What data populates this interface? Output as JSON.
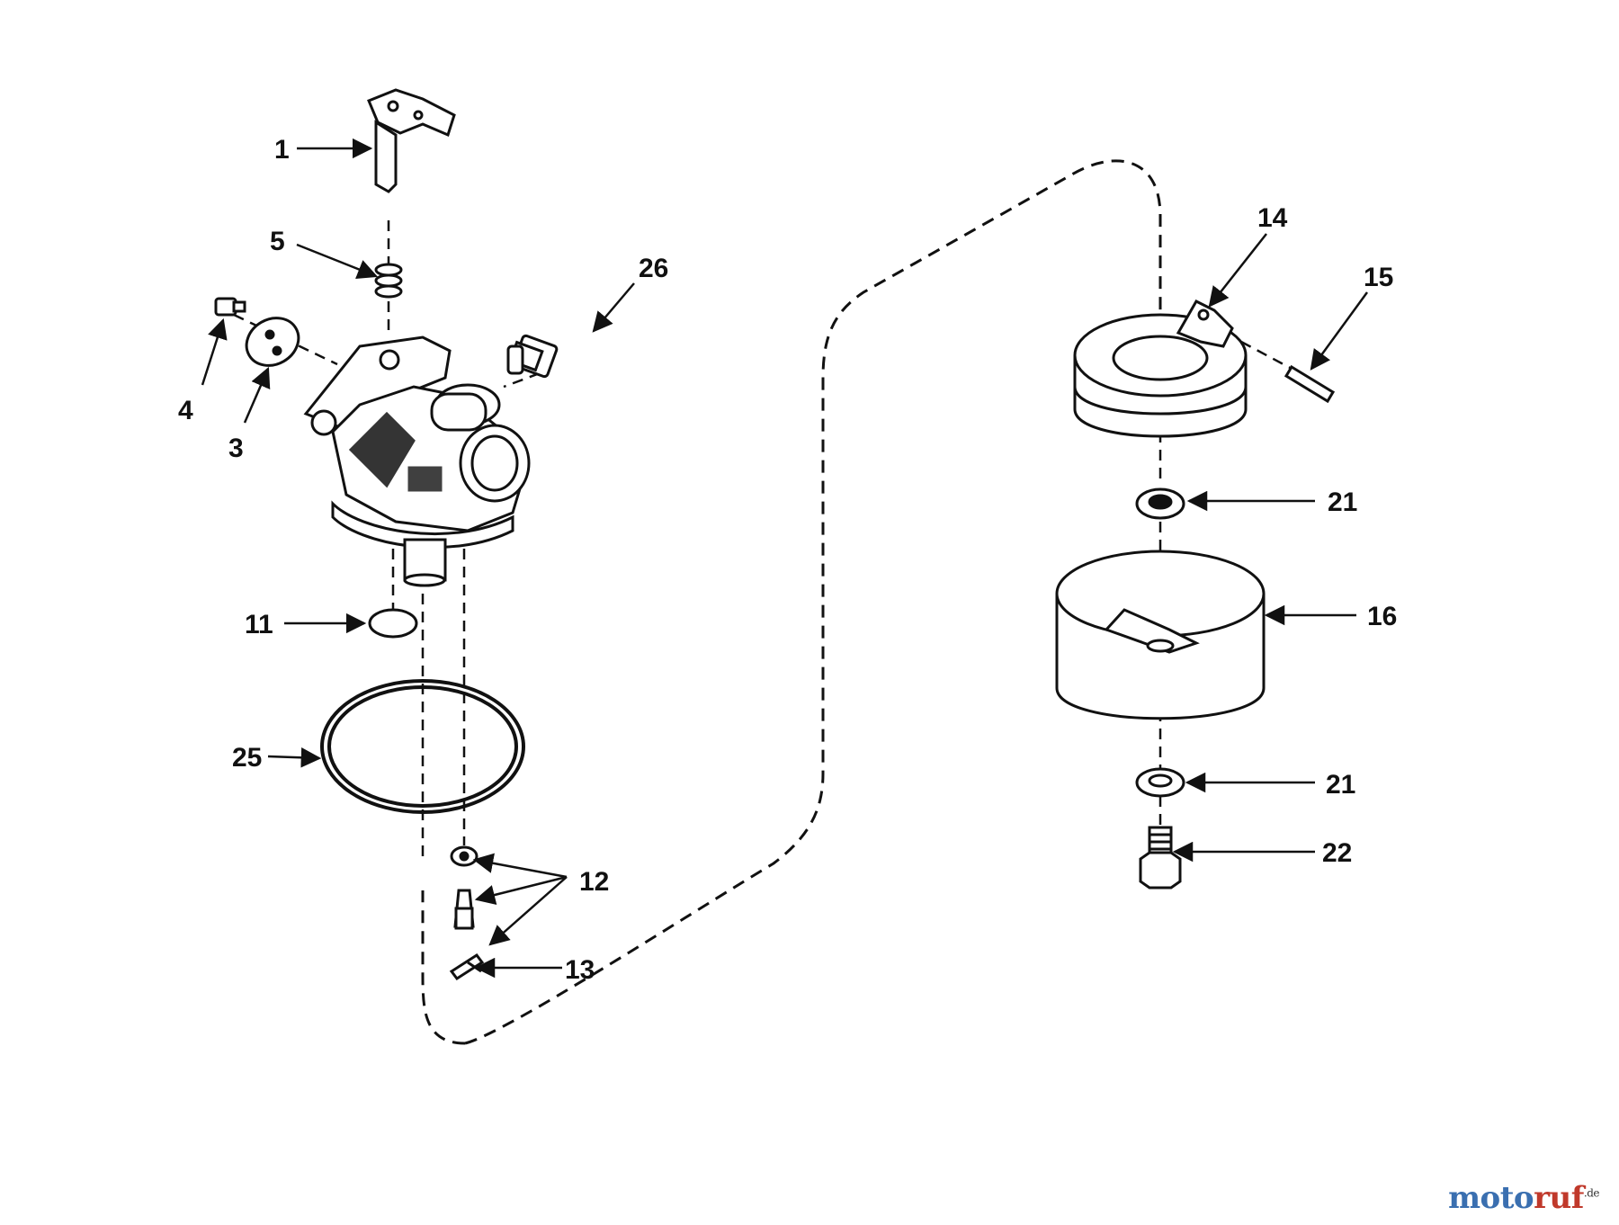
{
  "callouts": {
    "c1": "1",
    "c3": "3",
    "c4": "4",
    "c5": "5",
    "c11": "11",
    "c12": "12",
    "c13": "13",
    "c14": "14",
    "c15": "15",
    "c16": "16",
    "c21a": "21",
    "c21b": "21",
    "c22": "22",
    "c25": "25",
    "c26": "26"
  },
  "watermark": {
    "part1": "moto",
    "part2": "ruf",
    "suffix": ".de"
  },
  "colors": {
    "line": "#111111",
    "watermark_blue": "#3a6fb0",
    "watermark_red": "#c0392b"
  }
}
